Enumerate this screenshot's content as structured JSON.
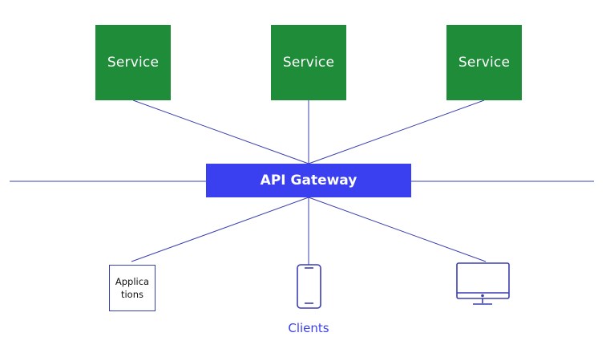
{
  "services": [
    {
      "label": "Service"
    },
    {
      "label": "Service"
    },
    {
      "label": "Service"
    }
  ],
  "gateway": {
    "label": "API Gateway"
  },
  "clients": {
    "applications_line1": "Applica",
    "applications_line2": "tions",
    "phone_icon": "smartphone-icon",
    "desktop_icon": "desktop-monitor-icon",
    "label": "Clients"
  },
  "colors": {
    "service": "#1f8c3a",
    "gateway": "#3a3ff0",
    "lines": "#3a3fb0",
    "clients_label": "#3a3ff0"
  }
}
